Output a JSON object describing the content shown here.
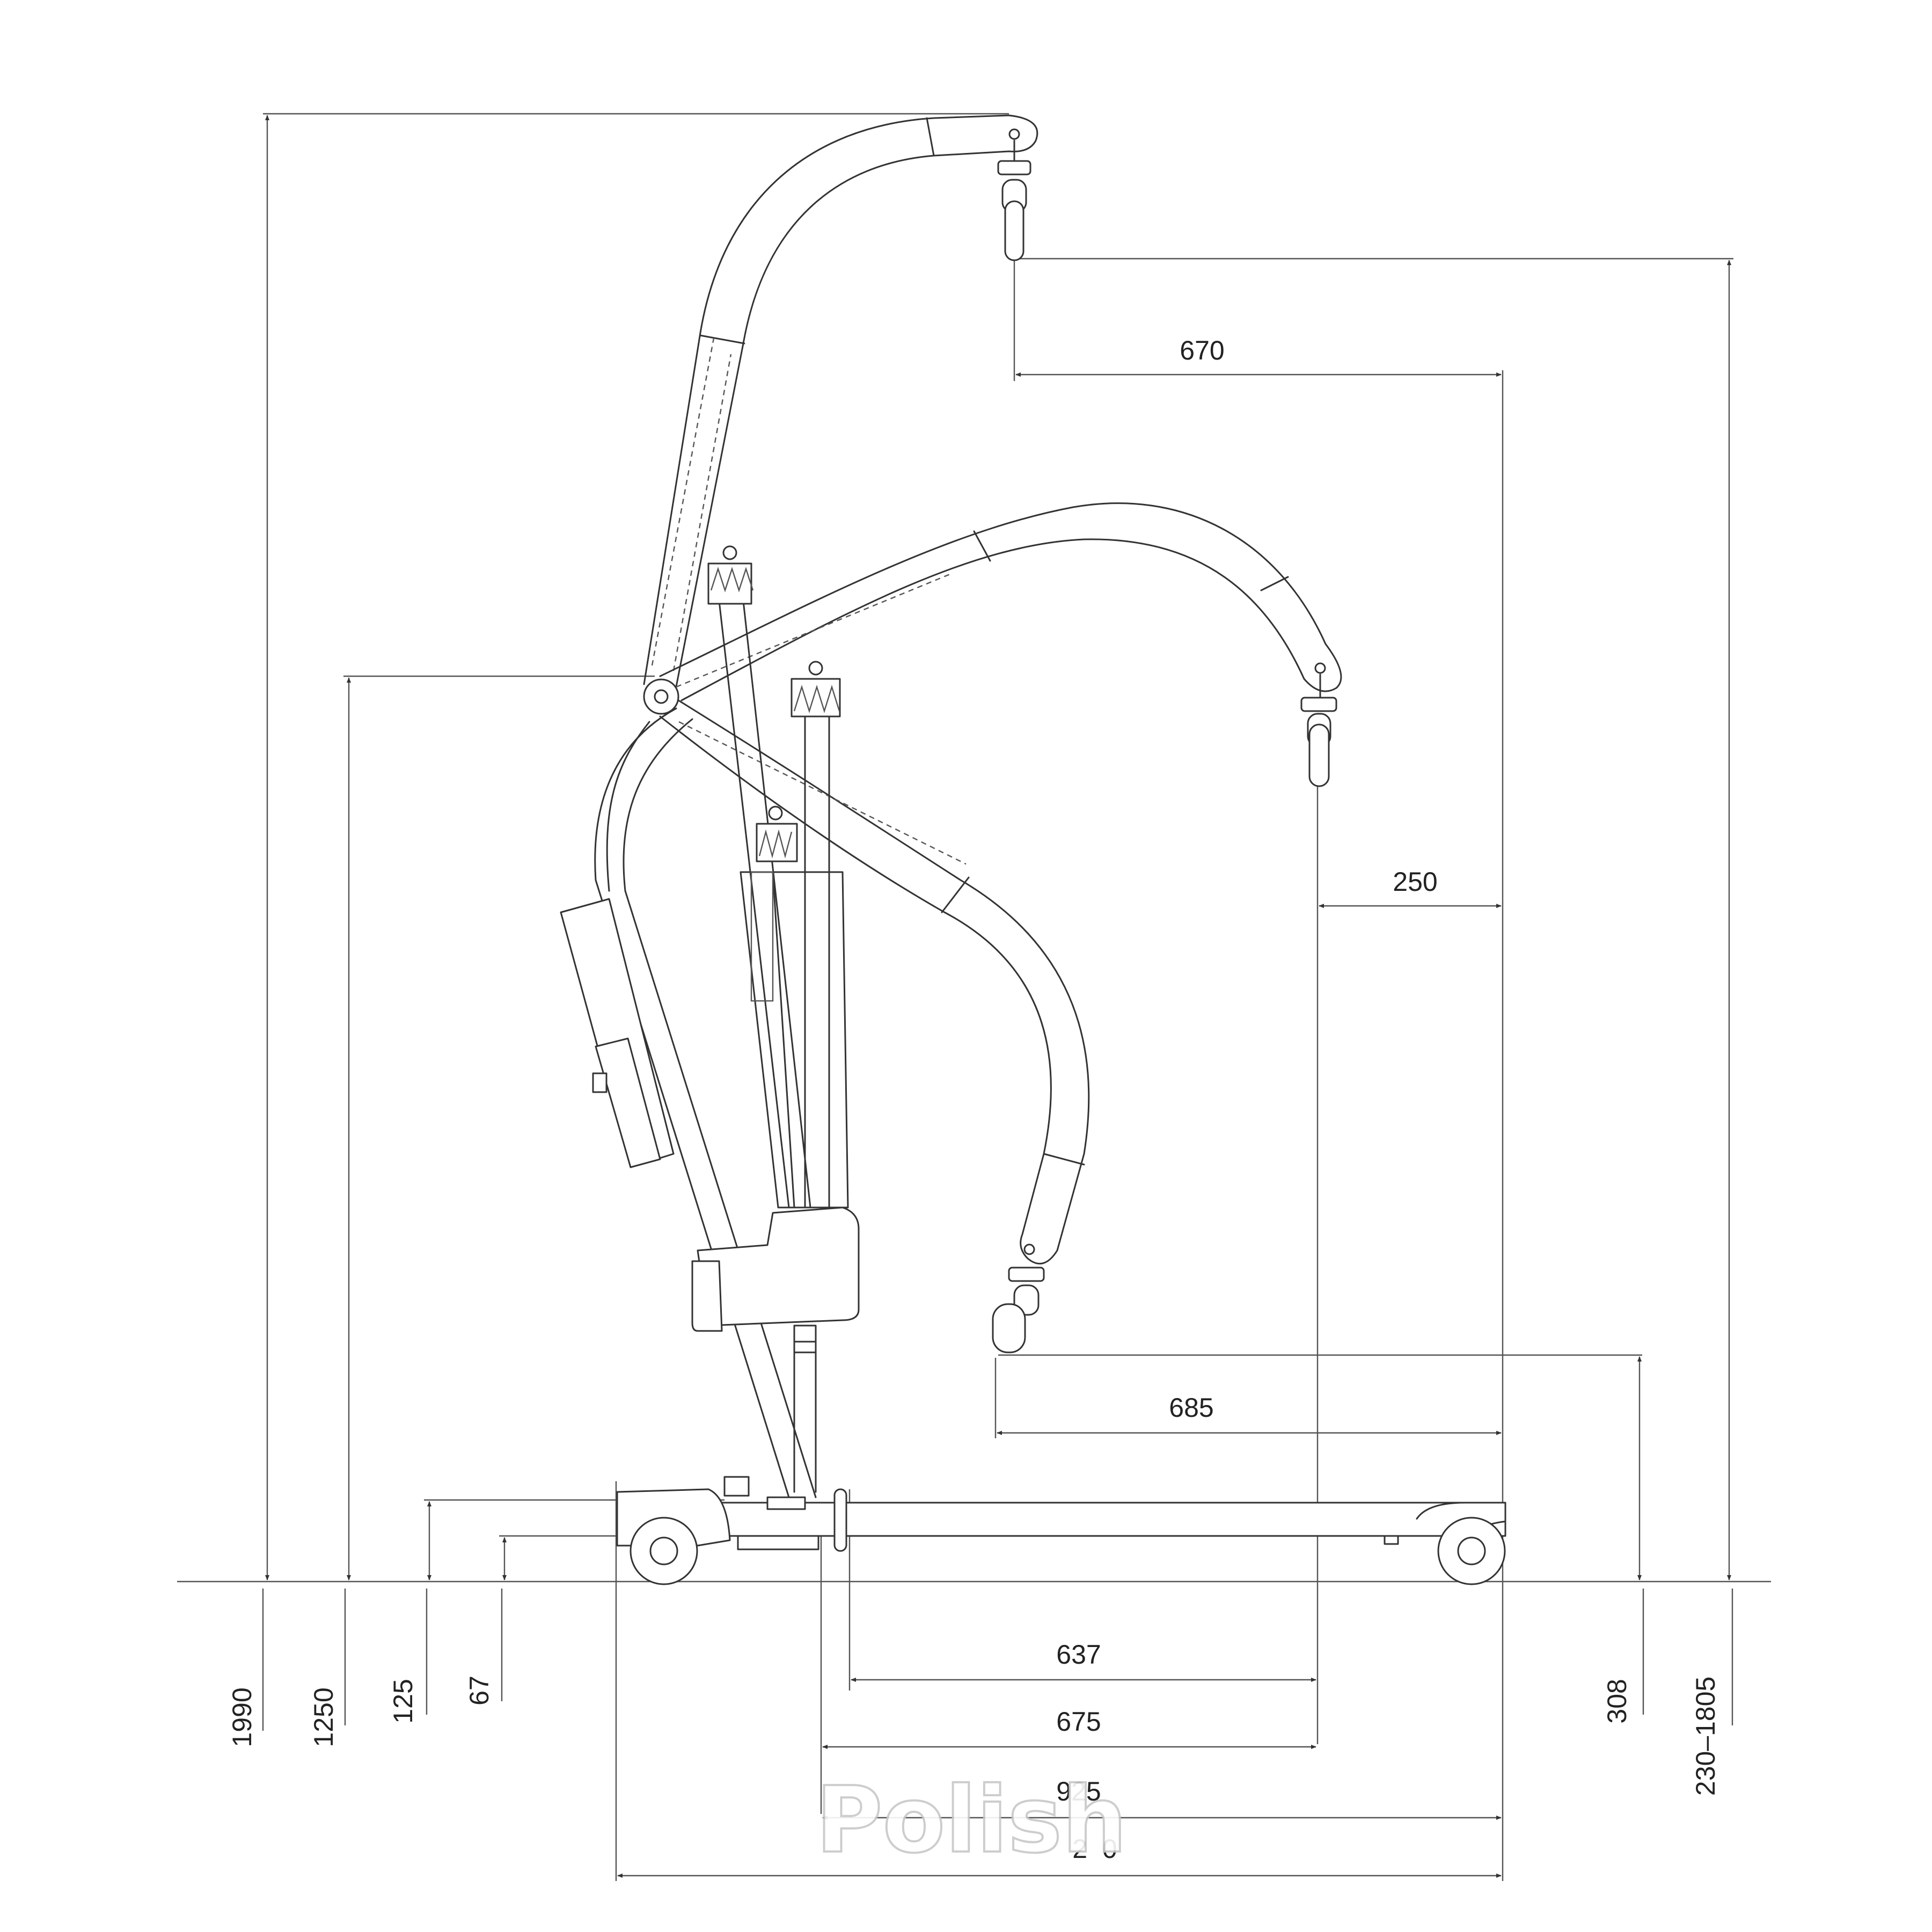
{
  "dimensions": {
    "overall_height": "1990",
    "pivot_height": "1250",
    "base_top_height": "125",
    "base_clearance": "67",
    "leg_height": "308",
    "lift_range": "230–1805",
    "top_reach": "670",
    "mid_reach": "250",
    "low_reach": "685",
    "d637": "637",
    "d675": "675",
    "d925": "925",
    "overall_length": "2  0"
  },
  "watermark": "Polish",
  "colors": {
    "line": "#333333",
    "text": "#222222",
    "background": "#ffffff"
  }
}
